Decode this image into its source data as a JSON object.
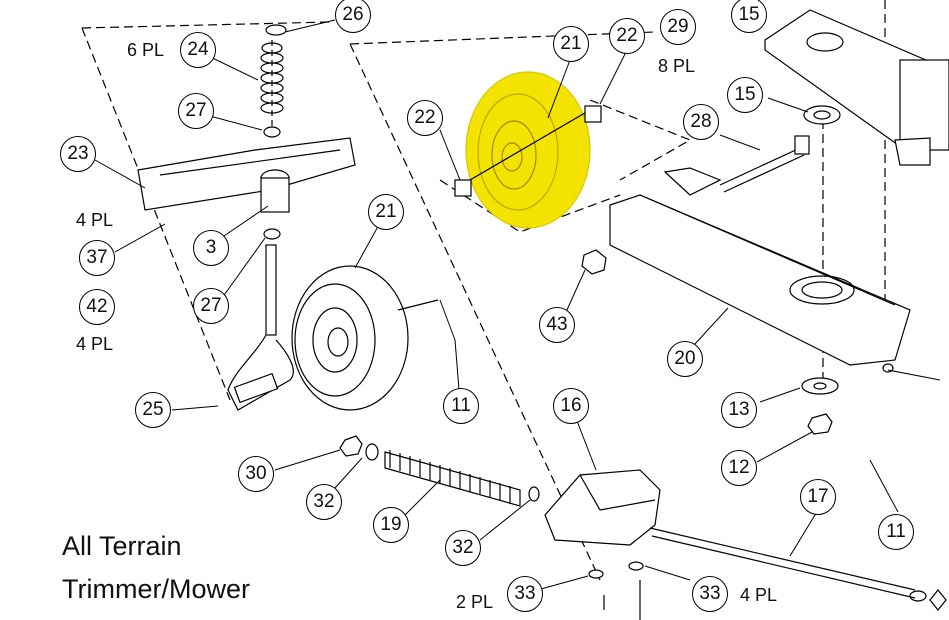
{
  "caption": {
    "line1": "All Terrain",
    "line2": "Trimmer/Mower"
  },
  "highlight_color": "#f4e200",
  "callouts": [
    "26",
    "24",
    "27",
    "23",
    "37",
    "3",
    "27",
    "42",
    "25",
    "21",
    "11",
    "30",
    "32",
    "19",
    "32",
    "22",
    "21",
    "22",
    "29",
    "15",
    "15",
    "28",
    "43",
    "20",
    "16",
    "13",
    "12",
    "11",
    "17",
    "33",
    "33"
  ],
  "quantities": [
    "6 PL",
    "4 PL",
    "4 PL",
    "8 PL",
    "2 PL",
    "4 PL"
  ]
}
